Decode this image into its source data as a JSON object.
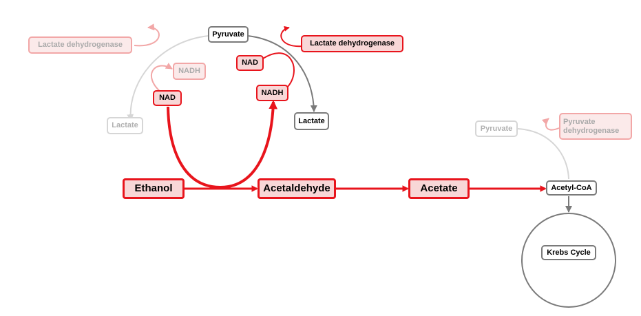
{
  "colors": {
    "red": "#e8141c",
    "red_fill": "#f8d7d7",
    "faint_red": "#f2a7a7",
    "gray": "#7a7a7a",
    "faint_gray": "#d6d6d6"
  },
  "nodes": {
    "ethanol": "Ethanol",
    "acetaldehyde": "Acetaldehyde",
    "acetate": "Acetate",
    "acetyl_coa": "Acetyl-CoA",
    "krebs_cycle": "Krebs Cycle",
    "nad_left": "NAD",
    "nadh_right": "NADH",
    "nad_right": "NAD",
    "pyruvate_top": "Pyruvate",
    "lactate_right": "Lactate",
    "ldh_right": "Lactate dehydrogenase",
    "ldh_left": "Lactate dehydrogenase",
    "nadh_left": "NADH",
    "lactate_left": "Lactate",
    "pyruvate_right": "Pyruvate",
    "pdh": "Pyruvate dehydrogenase"
  }
}
